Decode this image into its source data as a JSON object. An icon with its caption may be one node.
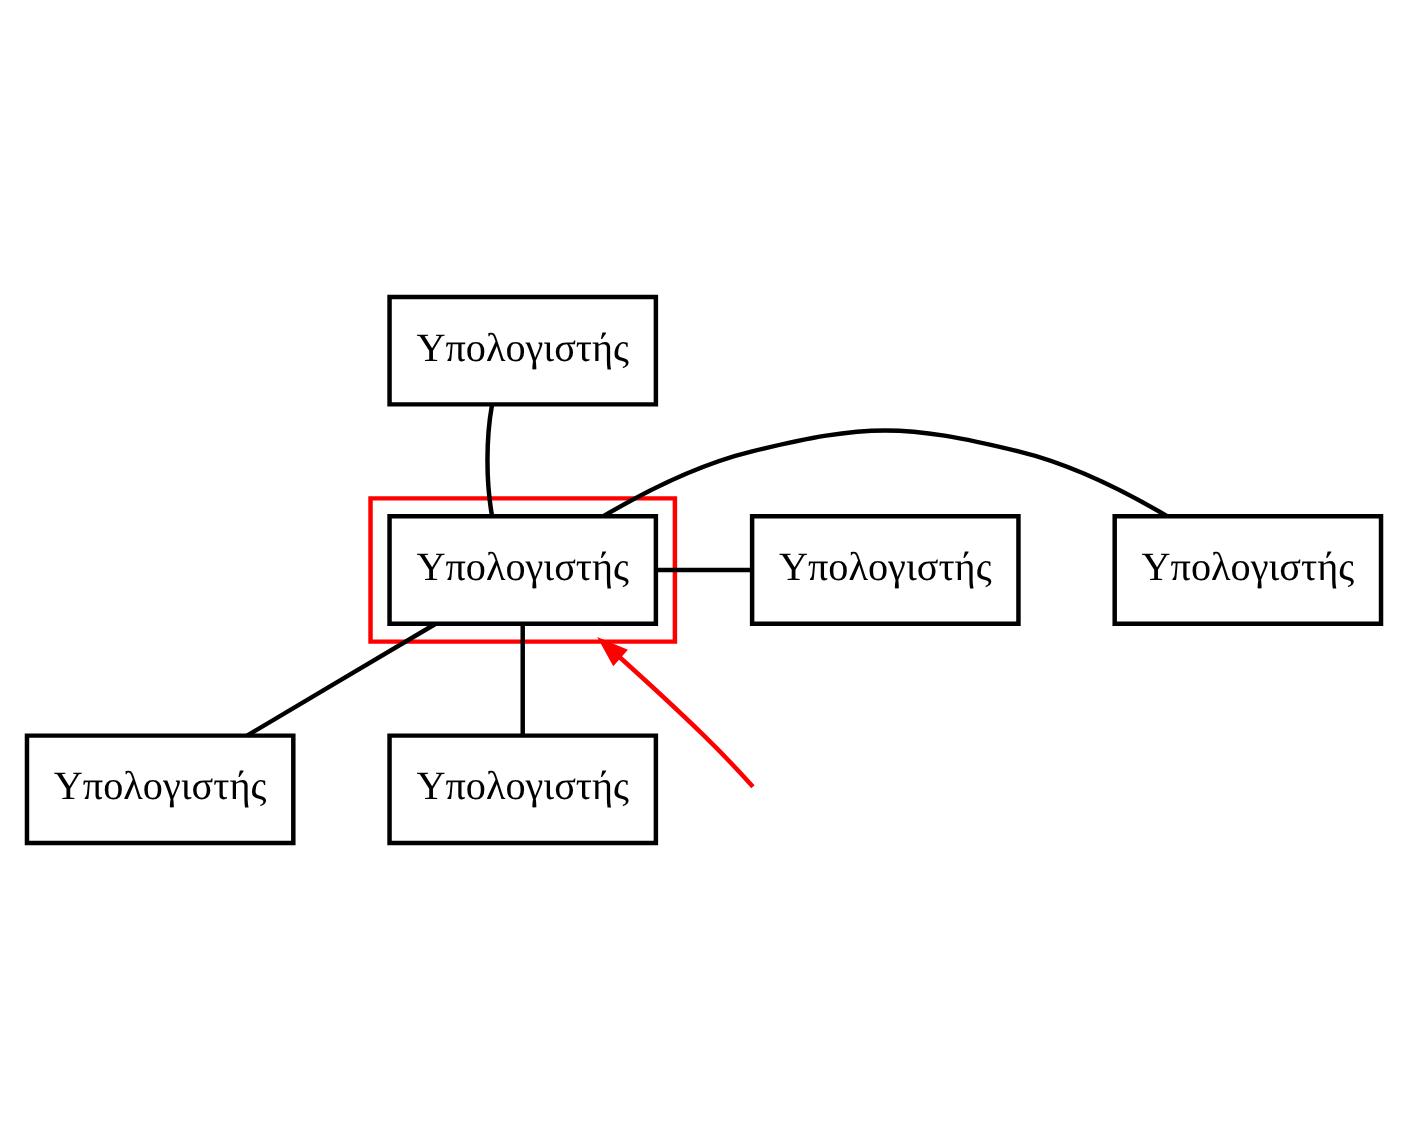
{
  "diagram": {
    "nodes": [
      {
        "text": [
          "Υπολογιστής"
        ]
      },
      {
        "text": [
          "Υπολογιστής"
        ]
      },
      {
        "text": [],
        "shape": "box"
      },
      {
        "text": [
          "Υπολογιστής"
        ],
        "in": 2
      },
      {
        "text": [
          "Υπολογιστής"
        ]
      },
      {
        "text": [
          "Υπολογιστής"
        ]
      },
      {
        "text": [
          "Υπολογιστής"
        ]
      }
    ],
    "edges": [
      {
        "from": 3,
        "to": 0,
        "arrow": "none"
      },
      {
        "from": 3,
        "to": 1,
        "arrow": "none"
      },
      {
        "from": 3,
        "to": 4,
        "arrow": "none"
      },
      {
        "from": 3,
        "to": 5,
        "arrow": "none"
      },
      {
        "from": 3,
        "to": 6,
        "arrow": "none"
      },
      {
        "from": null,
        "to": 2,
        "arrow": "to",
        "color": "#ff0000"
      }
    ]
  }
}
